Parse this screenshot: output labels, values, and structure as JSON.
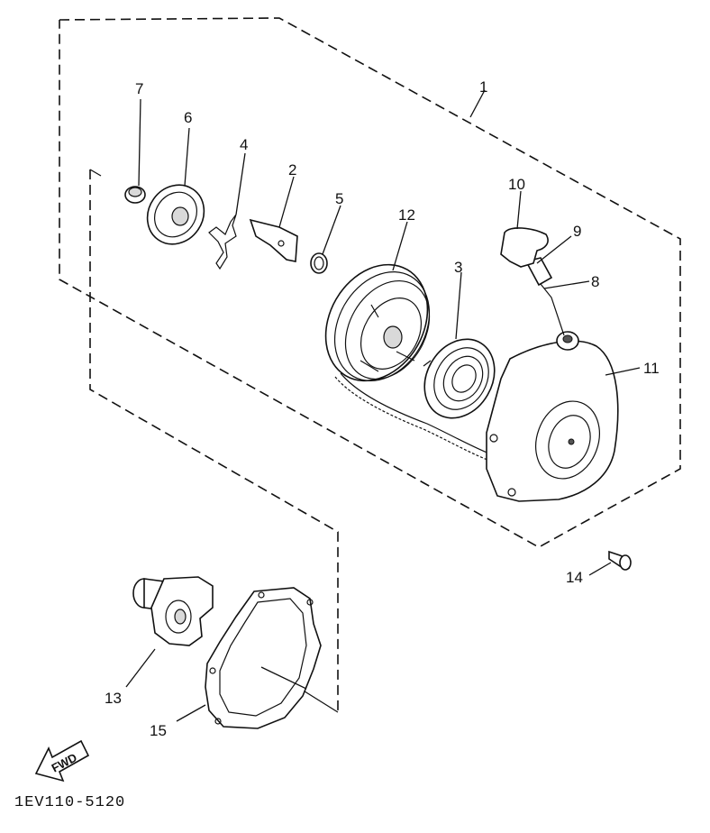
{
  "diagram": {
    "code": "1EV110-5120",
    "fwd_label": "FWD",
    "callouts": [
      {
        "id": "1",
        "label": "1"
      },
      {
        "id": "2",
        "label": "2"
      },
      {
        "id": "3",
        "label": "3"
      },
      {
        "id": "4",
        "label": "4"
      },
      {
        "id": "5",
        "label": "5"
      },
      {
        "id": "6",
        "label": "6"
      },
      {
        "id": "7",
        "label": "7"
      },
      {
        "id": "8",
        "label": "8"
      },
      {
        "id": "9",
        "label": "9"
      },
      {
        "id": "10",
        "label": "10"
      },
      {
        "id": "11",
        "label": "11"
      },
      {
        "id": "12",
        "label": "12"
      },
      {
        "id": "13",
        "label": "13"
      },
      {
        "id": "14",
        "label": "14"
      },
      {
        "id": "15",
        "label": "15"
      }
    ]
  }
}
